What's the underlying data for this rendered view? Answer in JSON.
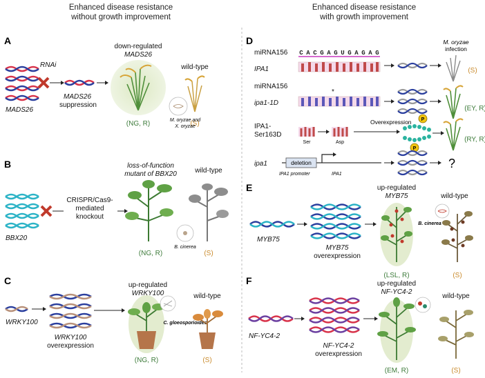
{
  "headers": {
    "left": [
      "Enhanced disease resistance",
      "without growth improvement"
    ],
    "right": [
      "Enhanced disease resistance",
      "with growth improvement"
    ]
  },
  "panels": {
    "A": {
      "letter": "A",
      "gene": "MADS26",
      "method": "RNAi",
      "result": [
        "MADS26",
        "suppression"
      ],
      "mutant_title": [
        "down-regulated",
        "MADS26"
      ],
      "wt_title": "wild-type",
      "pathogen": [
        "M. oryzae and",
        "X. oryzae"
      ],
      "mutant_status": "(NG, R)",
      "wt_status": "(S)"
    },
    "B": {
      "letter": "B",
      "gene": "BBX20",
      "method": [
        "CRISPR/Cas9-",
        "mediated",
        "knockout"
      ],
      "mutant_title": [
        "loss-of-function",
        "mutant of BBX20"
      ],
      "wt_title": "wild-type",
      "pathogen": "B. cinerea",
      "mutant_status": "(NG, R)",
      "wt_status": "(S)"
    },
    "C": {
      "letter": "C",
      "gene": "WRKY100",
      "result": [
        "WRKY100",
        "overexpression"
      ],
      "mutant_title": [
        "up-regulated",
        "WRKY100"
      ],
      "wt_title": "wild-type",
      "pathogen": "C. gloeosporioides",
      "mutant_status": "(NG, R)",
      "wt_status": "(S)"
    },
    "D": {
      "letter": "D",
      "row1_labels": [
        "miRNA156",
        "IPA1"
      ],
      "sequence": [
        "C",
        "A",
        "C",
        "G",
        "A",
        "G",
        "U",
        "G",
        "A",
        "G",
        "A",
        "G"
      ],
      "infection": [
        "M. oryzae",
        "infection"
      ],
      "row1_status": "(S)",
      "row2_labels": [
        "miRNA156",
        "ipa1-1D"
      ],
      "mutation_mark": "*",
      "row2_status": "(EY, R)",
      "row3_labels": [
        "IPA1-",
        "Ser163D"
      ],
      "overexpression": "Overexpression",
      "ser": "Ser",
      "asp": "Asp",
      "phospho": "P",
      "row3_status": "(RY, R)",
      "row4_label": "ipa1",
      "deletion": "deletion",
      "promoter": "IPA1 promoter",
      "ipa1_gene": "IPA1",
      "unknown": "?"
    },
    "E": {
      "letter": "E",
      "gene": "MYB75",
      "result": [
        "MYB75",
        "overexpression"
      ],
      "mutant_title": [
        "up-regulated",
        "MYB75"
      ],
      "wt_title": "wild-type",
      "pathogen": "B. cinerea",
      "mutant_status": "(LSL, R)",
      "wt_status": "(S)"
    },
    "F": {
      "letter": "F",
      "gene": "NF-YC4-2",
      "result": [
        "NF-YC4-2",
        "overexpression"
      ],
      "mutant_title": [
        "up-regulated",
        "NF-YC4-2"
      ],
      "wt_title": "wild-type",
      "mutant_status": "(EM, R)",
      "wt_status": "(S)"
    }
  },
  "colors": {
    "dna_red": "#d8334a",
    "dna_blue": "#2b3f9e",
    "dna_cyan": "#2bb3c6",
    "dna_tan": "#b8917a",
    "dna_gray": "#9a9a9a",
    "status_green": "#3d7b3a",
    "status_orange": "#c98a2b",
    "halo": "#dfe9c8"
  }
}
